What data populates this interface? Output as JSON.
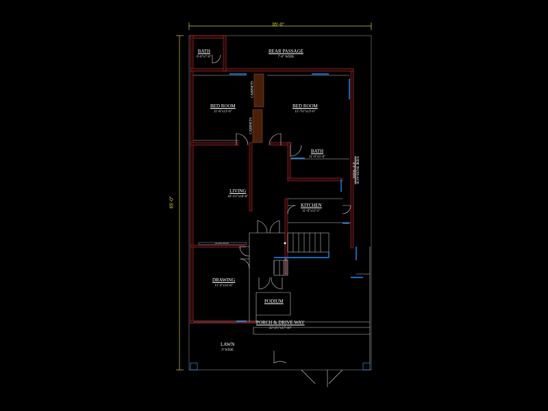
{
  "colors": {
    "background": "#000000",
    "wall": "#3a0a0a",
    "wall_line": "#b43030",
    "line": "#d9d9d9",
    "window": "#1e90ff",
    "cabinet": "#5a2a12",
    "dimension": "#d7d74a",
    "boundary": "#666666"
  },
  "dimensions": {
    "width": "35'-0\"",
    "length": "65'-0\""
  },
  "rooms": {
    "bath_top": {
      "name": "BATH",
      "size": "6'-0\"x7'-0\""
    },
    "rear_passage": {
      "name": "REAR PASSAGE",
      "size": "7'-0\" WIDE"
    },
    "bed_left": {
      "name": "BED ROOM",
      "size": "11'-6\"x13'-0\""
    },
    "bed_right": {
      "name": "BED ROOM",
      "size": "15'-7½\"x13'-0\""
    },
    "bath_side": {
      "name": "BATH",
      "size": "11'-0\"x5'-6\""
    },
    "side_passage": {
      "name": "SIDE PASSAGE",
      "size": "4'-0\" WIDE"
    },
    "living": {
      "name": "LIVING",
      "size": "18'-1½\"x18'-6\""
    },
    "kitchen": {
      "name": "KITCHEN",
      "size": "11'-0\"x11'-2\""
    },
    "drawing": {
      "name": "DRAWING",
      "size": "11'-3\"x14'-6\""
    },
    "podium": {
      "name": "PODIUM"
    },
    "porch": {
      "name": "PORCH & DRIVE WAY",
      "size": "22'-2½\"x17'-10\""
    },
    "lawn": {
      "name": "LAWN",
      "size": "9' WIDE"
    }
  },
  "cabinets": [
    "CABINETS",
    "CABINETS"
  ],
  "small_note": "GLASS DOOR"
}
